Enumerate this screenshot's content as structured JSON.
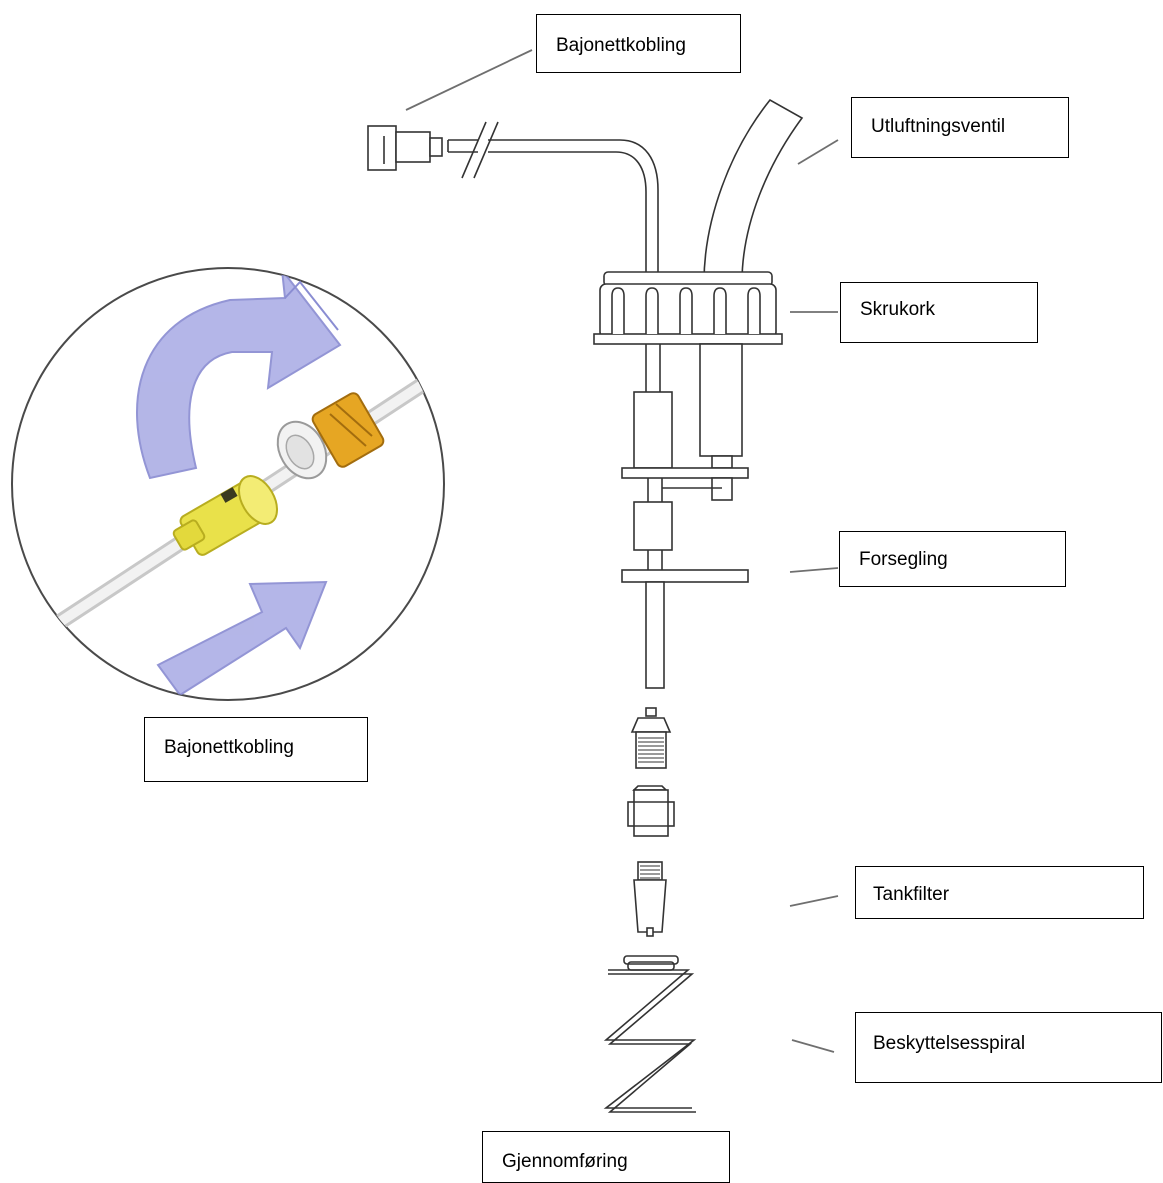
{
  "labels": {
    "bayonet_top": "Bajonettkobling",
    "vent_valve": "Utluftningsventil",
    "screw_cap": "Skrukork",
    "seal": "Forsegling",
    "bayonet_detail": "Bajonettkobling",
    "tank_filter": "Tankfilter",
    "protection_spiral": "Beskyttelsesspiral",
    "feedthrough": "Gjennomføring"
  },
  "colors": {
    "line": "#6f6f6f",
    "arrow_fill": "#aeb0e6",
    "arrow_edge": "#8a8dd2",
    "coupling_yellow": "#e9e14a",
    "nut_orange": "#e6a623"
  }
}
